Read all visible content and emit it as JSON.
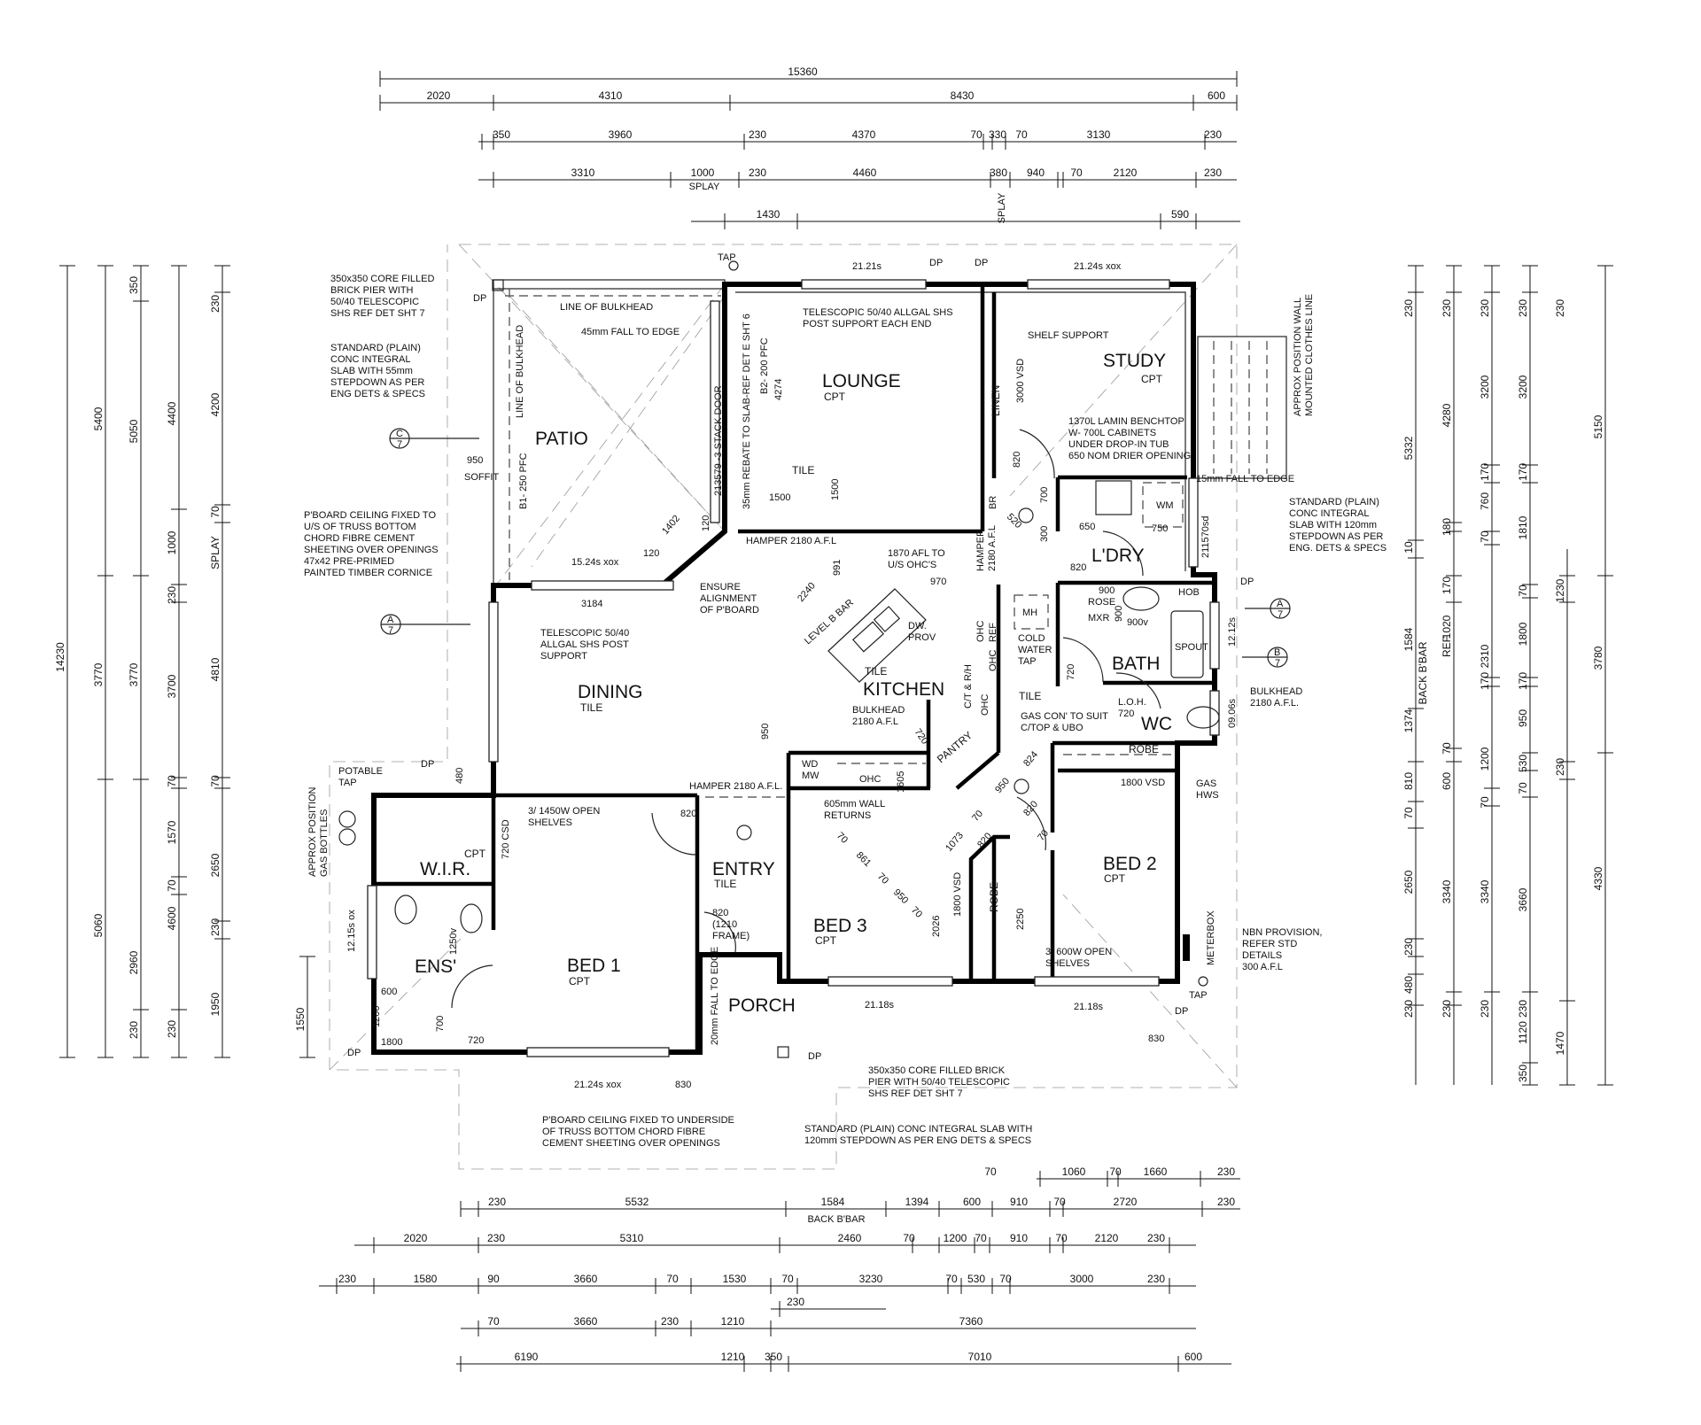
{
  "rooms": {
    "patio": "PATIO",
    "lounge": "LOUNGE",
    "lounge_finish": "CPT",
    "study": "STUDY",
    "study_finish": "CPT",
    "laundry": "L'DRY",
    "dining": "DINING",
    "dining_finish": "TILE",
    "kitchen": "KITCHEN",
    "kitchen_finish": "TILE",
    "bath": "BATH",
    "wc": "WC",
    "bed2": "BED 2",
    "bed2_finish": "CPT",
    "bed3": "BED 3",
    "bed3_finish": "CPT",
    "entry": "ENTRY",
    "entry_finish": "TILE",
    "wir": "W.I.R.",
    "wir_finish": "CPT",
    "ensuite": "ENS'",
    "bed1": "BED 1",
    "bed1_finish": "CPT",
    "porch": "PORCH",
    "pantry": "PANTRY",
    "linen": "LINEN",
    "robe_bed2": "ROBE",
    "robe_bed3": "ROBE",
    "tile_lounge": "TILE",
    "tile_hall": "TILE"
  },
  "notes": {
    "pier_top": [
      "350x350 CORE FILLED",
      "BRICK PIER WITH",
      "50/40 TELESCOPIC",
      "SHS REF DET SHT 7"
    ],
    "slab_patio": [
      "STANDARD (PLAIN)",
      "CONC INTEGRAL",
      "SLAB WITH 55mm",
      "STEPDOWN AS PER",
      "ENG DETS & SPECS"
    ],
    "ceiling_patio": [
      "P'BOARD CEILING FIXED TO",
      "U/S OF TRUSS BOTTOM",
      "CHORD FIBRE CEMENT",
      "SHEETING OVER OPENINGS",
      "47x42 PRE-PRIMED",
      "PAINTED TIMBER CORNICE"
    ],
    "bulkhead_line_h": "LINE OF BULKHEAD",
    "bulkhead_line_v": "LINE OF BULKHEAD",
    "patio_fall": "45mm FALL TO EDGE",
    "soffit_dim": "950",
    "soffit": "SOFFIT",
    "beam_b1": "B1- 250 PFC",
    "beam_b2": "B2- 200 PFC",
    "stack_door": "213579 -3 STACK DOOR",
    "rebate": "35mm REBATE TO SLAB-REF DET E SHT 6",
    "telescopic_top": [
      "TELESCOPIC 50/40 ALLGAL SHS",
      "POST SUPPORT EACH END"
    ],
    "telescopic_dining": [
      "TELESCOPIC 50/40",
      "ALLGAL SHS POST",
      "SUPPORT"
    ],
    "hamper_lounge": "HAMPER 2180 A.F.L",
    "ensure_alignment": [
      "ENSURE",
      "ALIGNMENT",
      "OF P'BOARD"
    ],
    "level_bar": "LEVEL B BAR",
    "ohc_height": [
      "1870 AFL TO",
      "U/S OHC'S"
    ],
    "hamper_kitchen": [
      "HAMPER",
      "2180 A.F.L"
    ],
    "shelf_support": "SHELF SUPPORT",
    "study_vsd": "3000 VSD",
    "benchtop": [
      "1370L LAMIN BENCHTOP",
      "W- 700L CABINETS",
      "UNDER DROP-IN TUB",
      "650 NOM DRIER OPENING"
    ],
    "wm": "WM",
    "br": "BR",
    "laundry_fall": "15mm FALL TO EDGE",
    "laundry_window": "211570sd",
    "clothes_line": [
      "APPROX POSITION WALL",
      "MOUNTED CLOTHES LINE"
    ],
    "slab_laundry": [
      "STANDARD (PLAIN)",
      "CONC INTEGRAL",
      "SLAB WITH 120mm",
      "STEPDOWN AS PER",
      "ENG. DETS & SPECS"
    ],
    "shower": [
      "900",
      "ROSE",
      "MXR",
      "900"
    ],
    "vanity_bath": "900v",
    "hob": "HOB",
    "spout": "SPOUT",
    "bath_window": "12.12s",
    "wc_window": "09.06s",
    "bulkhead_bath": [
      "BULKHEAD",
      "2180 A.F.L."
    ],
    "loh": [
      "L.O.H.",
      "720"
    ],
    "mh": "MH",
    "cold_tap": [
      "COLD",
      "WATER",
      "TAP"
    ],
    "dw": [
      "DW.",
      "PROV"
    ],
    "ohc_a": "OHC",
    "ref": "REF",
    "ohc_b": "OHC",
    "ohc_c": "OHC",
    "ct_rh": "C/T & R/H",
    "bulkhead_kitchen": [
      "BULKHEAD",
      "2180 A.F.L"
    ],
    "gas_con": [
      "GAS CON' TO SUIT",
      "C/TOP & UBO"
    ],
    "wd_mw": [
      "WD",
      "MW"
    ],
    "ohc_lower": "OHC",
    "wall_returns": [
      "605mm WALL",
      "RETURNS"
    ],
    "hamper_entry": "HAMPER 2180 A.F.L.",
    "bed2_vsd": "1800 VSD",
    "gas_hws": [
      "GAS",
      "HWS"
    ],
    "wir_shelves": [
      "3/ 1450W OPEN",
      "SHELVES"
    ],
    "wir_csd": "720 CSD",
    "bed1_door": "820",
    "entry_door": [
      "820",
      "(1210",
      "FRAME)"
    ],
    "porch_fall": "20mm FALL TO EDGE",
    "ens_vanity": "1250v",
    "ens_dims": [
      "600",
      "1200",
      "1800",
      "700",
      "720"
    ],
    "ens_window": "12.15s ox",
    "potable_tap": [
      "POTABLE",
      "TAP"
    ],
    "gas_bottles": [
      "APPROX POSITION",
      "GAS BOTTLES"
    ],
    "bed1_window": "21.24s xox",
    "bed1_830": "830",
    "ceiling_porch": [
      "P'BOARD CEILING FIXED TO UNDERSIDE",
      "OF TRUSS BOTTOM CHORD FIBRE",
      "CEMENT SHEETING OVER OPENINGS"
    ],
    "pier_porch": [
      "350x350 CORE FILLED BRICK",
      "PIER WITH 50/40 TELESCOPIC",
      "SHS REF DET SHT 7"
    ],
    "slab_porch": [
      "STANDARD (PLAIN) CONC INTEGRAL SLAB WITH",
      "120mm STEPDOWN AS PER ENG DETS & SPECS"
    ],
    "bed3_window": "21.18s",
    "bed2_window": "21.18s",
    "nbn": [
      "NBN PROVISION,",
      "REFER STD",
      "DETAILS",
      "300 A.F.L"
    ],
    "meterbox": "METERBOX",
    "robe_shelves": [
      "3/ 600W OPEN",
      "SHELVES"
    ],
    "robe_2250": "2250",
    "robe_vsd": "1800 VSD",
    "bed3_2026": "2026",
    "bed3_diag": [
      "70",
      "861",
      "70",
      "950",
      "70"
    ],
    "hall_diag": [
      "1073",
      "70",
      "820",
      "820",
      "950",
      "824",
      "70"
    ],
    "lounge_window": "21.21s",
    "study_window": "21.24s xox",
    "patio_window": "15.24s xox",
    "dining_window": "15.24s xox",
    "dining_3184": "3184",
    "tap_top": "TAP",
    "tap_bottom": "TAP",
    "dp": [
      "DP",
      "DP",
      "DP",
      "DP",
      "DP",
      "DP",
      "DP",
      "DP"
    ],
    "lounge_4274": "4274",
    "lounge_1500a": "1500",
    "lounge_1500b": "1500",
    "patio_1402": "1402",
    "patio_120a": "120",
    "patio_120b": "120",
    "kitchen_991": "991",
    "kitchen_2240": "2240",
    "kitchen_970": "970",
    "kitchen_950": "950",
    "pantry_720": "720",
    "kitchen_1605": "1605",
    "laundry_dims": [
      "820",
      "520",
      "700",
      "300",
      "650",
      "750",
      "820"
    ],
    "bath_720": "720",
    "gas_tap_480": "480",
    "bottom_830": "830",
    "sections": [
      {
        "letter": "C",
        "sheet": "7"
      },
      {
        "letter": "A",
        "sheet": "7"
      },
      {
        "letter": "A",
        "sheet": "7"
      },
      {
        "letter": "B",
        "sheet": "7"
      }
    ]
  },
  "dimensions": {
    "top_overall": "15360",
    "top_r2": [
      "2020",
      "4310",
      "8430",
      "600"
    ],
    "top_r3": [
      "350",
      "3960",
      "230",
      "4370",
      "70",
      "330",
      "70",
      "3130",
      "230"
    ],
    "top_r4": [
      "3310",
      "1000",
      "230",
      "4460",
      "380",
      "940",
      "70",
      "2120",
      "230"
    ],
    "top_splay": [
      "SPLAY",
      "SPLAY"
    ],
    "top_extra": [
      "1430",
      "590"
    ],
    "bot_r1": [
      "1060",
      "70",
      "1660",
      "230",
      "70"
    ],
    "bot_r2": [
      "230",
      "5532",
      "1584",
      "1394",
      "600",
      "910",
      "70",
      "2720",
      "230"
    ],
    "bot_back_bar": "BACK B'BAR",
    "bot_r3": [
      "2020",
      "230",
      "5310",
      "2460",
      "70",
      "1200",
      "70",
      "910",
      "70",
      "2120",
      "230"
    ],
    "bot_r4": [
      "230",
      "1580",
      "90",
      "3660",
      "70",
      "1530",
      "70",
      "3230",
      "70",
      "530",
      "70",
      "3000",
      "230"
    ],
    "bot_r5": [
      "230"
    ],
    "bot_r6": [
      "70",
      "3660",
      "230",
      "1210",
      "7360"
    ],
    "bot_r7": [
      "6190",
      "1210",
      "350",
      "7010",
      "600"
    ],
    "left_c1": [
      "14230"
    ],
    "left_c2": [
      "5400",
      "3770",
      "5060"
    ],
    "left_c3": [
      "350",
      "5050",
      "3770",
      "2960",
      "230"
    ],
    "left_c4": [
      "4400",
      "1000",
      "230",
      "3700",
      "70",
      "1570",
      "70",
      "4600",
      "230"
    ],
    "left_c5": [
      "230",
      "4200",
      "70",
      "SPLAY",
      "4810",
      "70",
      "2650",
      "230",
      "1950"
    ],
    "left_1550": "1550",
    "right_c1": [
      "230",
      "5332",
      "10",
      "1584",
      "BACK B'BAR",
      "1374",
      "810",
      "70",
      "2650",
      "230",
      "480",
      "230"
    ],
    "right_c2": [
      "230",
      "4280",
      "180",
      "170",
      "1020",
      "REF",
      "70",
      "600",
      "3340",
      "230"
    ],
    "right_c3": [
      "230",
      "3200",
      "170",
      "760",
      "70",
      "2310",
      "170",
      "1200",
      "70",
      "3340",
      "230"
    ],
    "right_c4": [
      "230",
      "3200",
      "170",
      "1810",
      "70",
      "1800",
      "170",
      "950",
      "530",
      "70",
      "3660",
      "230",
      "1120",
      "350"
    ],
    "right_c5": [
      "230",
      "1230",
      "230",
      "1470"
    ],
    "right_c6": [
      "5150",
      "3780",
      "4330"
    ]
  }
}
